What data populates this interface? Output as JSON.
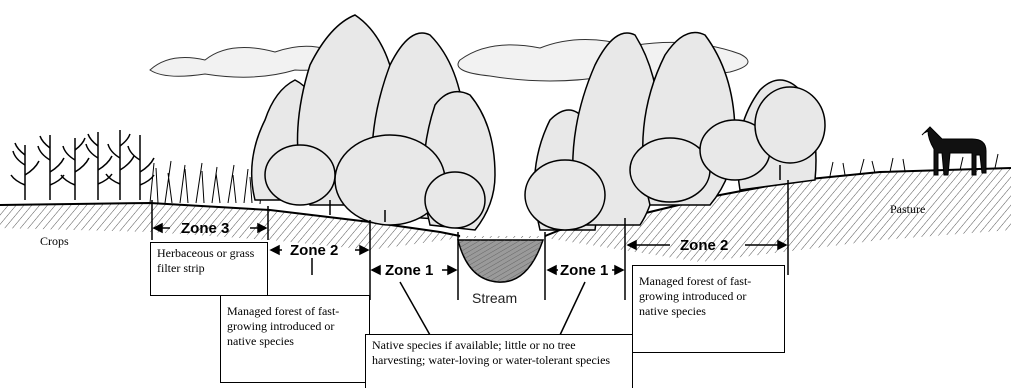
{
  "labels": {
    "crops": "Crops",
    "pasture": "Pasture",
    "stream": "Stream"
  },
  "zones": {
    "zone3": "Zone 3",
    "zone2_left": "Zone 2",
    "zone1_left": "Zone 1",
    "zone1_right": "Zone 1",
    "zone2_right": "Zone 2"
  },
  "boxes": {
    "zone3_desc": "Herbaceous or grass filter strip",
    "zone2_left_desc": "Managed forest of fast-growing introduced or native species",
    "zone1_desc": "Native species if available; little or no tree harvesting; water-loving or water-tolerant species",
    "zone2_right_desc": "Managed forest of fast-growing introduced or native species"
  },
  "colors": {
    "ink": "#000000",
    "foliage": "#e8e8e8",
    "water": "#9a9a9a",
    "cloud": "#f2f2f2"
  }
}
